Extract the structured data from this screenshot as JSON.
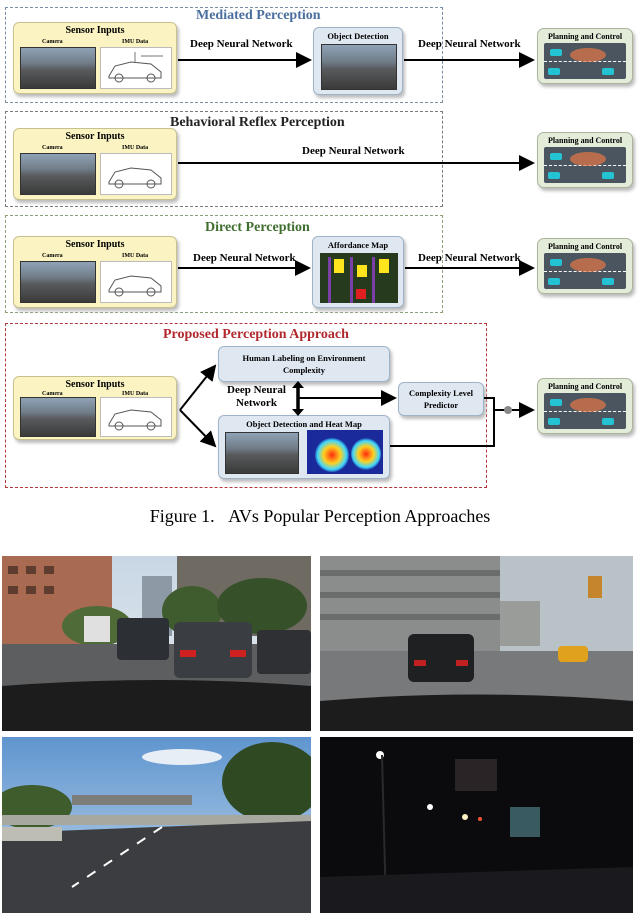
{
  "figure": {
    "sections": {
      "mediated": {
        "title": "Mediated Perception"
      },
      "behavioral": {
        "title": "Behavioral Reflex Perception"
      },
      "direct": {
        "title": "Direct Perception"
      },
      "proposed": {
        "title": "Proposed Perception Approach"
      }
    },
    "sensor": {
      "title": "Sensor Inputs",
      "camera_label": "Camera",
      "imu_label": "IMU Data"
    },
    "dnn_label": "Deep Neural Network",
    "dnn_label_line1": "Deep Neural",
    "dnn_label_line2": "Network",
    "planning_label": "Planning and Control",
    "object_detection_label": "Object Detection",
    "affordance_label": "Affordance Map",
    "human_labeling_line1": "Human Labeling on Environment",
    "human_labeling_line2": "Complexity",
    "od_heatmap_label": "Object Detection and Heat Map",
    "complexity_line1": "Complexity Level",
    "complexity_line2": "Predictor",
    "colors": {
      "sensor_fill": "#fbf4c2",
      "planning_fill": "#e3ecd9",
      "process_fill": "#dfe8f1",
      "mediated_title": "#4a6f9f",
      "direct_title": "#3f6f2f",
      "proposed_title": "#b2292e"
    }
  },
  "caption": {
    "label": "Figure 1.",
    "text": "AVs Popular Perception Approaches"
  },
  "photos": [
    {
      "scene": "daytime-city-street"
    },
    {
      "scene": "parking-garage-overpass"
    },
    {
      "scene": "highway-overpass-daylight"
    },
    {
      "scene": "night-road"
    }
  ]
}
